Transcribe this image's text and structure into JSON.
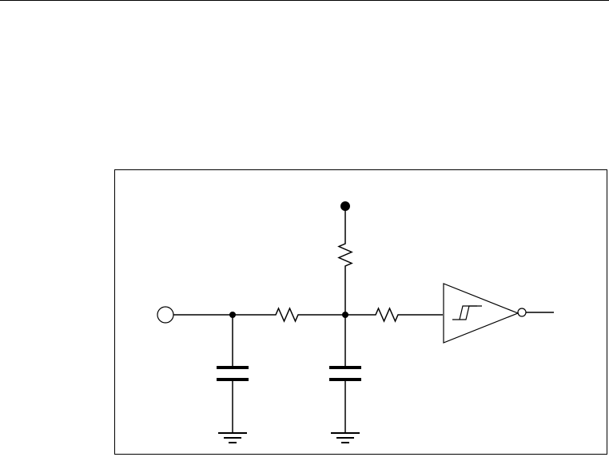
{
  "figure": {
    "type": "schematic",
    "components": [
      {
        "id": "input-terminal",
        "kind": "open-terminal"
      },
      {
        "id": "supply-terminal",
        "kind": "filled-terminal"
      },
      {
        "id": "pull-up-resistor",
        "kind": "resistor"
      },
      {
        "id": "series-resistor-1",
        "kind": "resistor"
      },
      {
        "id": "series-resistor-2",
        "kind": "resistor"
      },
      {
        "id": "filter-capacitor-1",
        "kind": "capacitor"
      },
      {
        "id": "filter-capacitor-2",
        "kind": "capacitor"
      },
      {
        "id": "ground-1",
        "kind": "ground"
      },
      {
        "id": "ground-2",
        "kind": "ground"
      },
      {
        "id": "schmitt-inverter",
        "kind": "schmitt-trigger-inverter"
      }
    ],
    "colors": {
      "line": "#000000",
      "background": "#ffffff"
    }
  }
}
